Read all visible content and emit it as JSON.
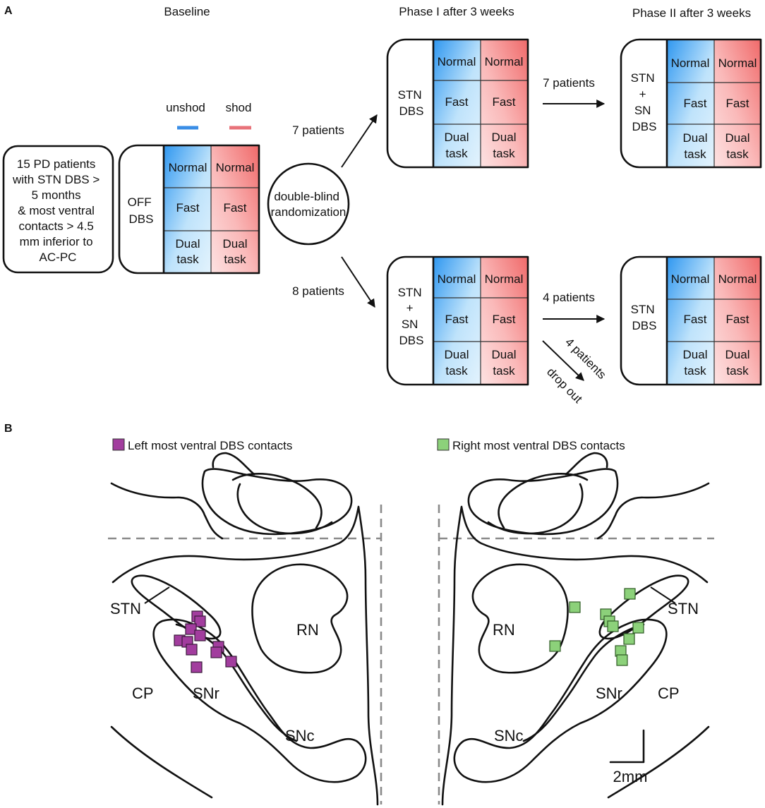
{
  "panel_a": {
    "label": "A",
    "baseline_title": "Baseline",
    "phase1_title": "Phase I after 3 weeks",
    "phase2_title": "Phase II after 3 weeks",
    "patients_box": [
      "15 PD patients",
      "with STN DBS >",
      "5 months",
      "& most ventral",
      "contacts > 4.5",
      "mm inferior to",
      "AC-PC"
    ],
    "legend": {
      "unshod": "unshod",
      "shod": "shod"
    },
    "randomization": [
      "double-blind",
      "randomization"
    ],
    "arrow_top": "7 patients",
    "arrow_bottom": "8 patients",
    "arrow_top_right": "7 patients",
    "arrow_bottom_right": "4 patients",
    "dropout_count": "4 patients",
    "dropout_label": "drop out",
    "cells": {
      "normal": "Normal",
      "fast": "Fast",
      "dual1": "Dual",
      "dual2": "task"
    },
    "conditions": {
      "baseline": [
        "OFF",
        "DBS"
      ],
      "phase1_top": [
        "STN",
        "DBS"
      ],
      "phase1_bottom": [
        "STN",
        "+",
        "SN",
        "DBS"
      ],
      "phase2_top": [
        "STN",
        "+",
        "SN",
        "DBS"
      ],
      "phase2_bottom": [
        "STN",
        "DBS"
      ]
    },
    "colors": {
      "unshod": "#3a8ee6",
      "shod": "#e8737a"
    }
  },
  "panel_b": {
    "label": "B",
    "legend_left": "Left most ventral DBS contacts",
    "legend_right": "Right most ventral DBS contacts",
    "regions": {
      "stn": "STN",
      "rn": "RN",
      "cp": "CP",
      "snr": "SNr",
      "snc": "SNc"
    },
    "scale_bar": "2mm",
    "colors": {
      "left": "#a23d9e",
      "right": "#8cd17a"
    }
  }
}
